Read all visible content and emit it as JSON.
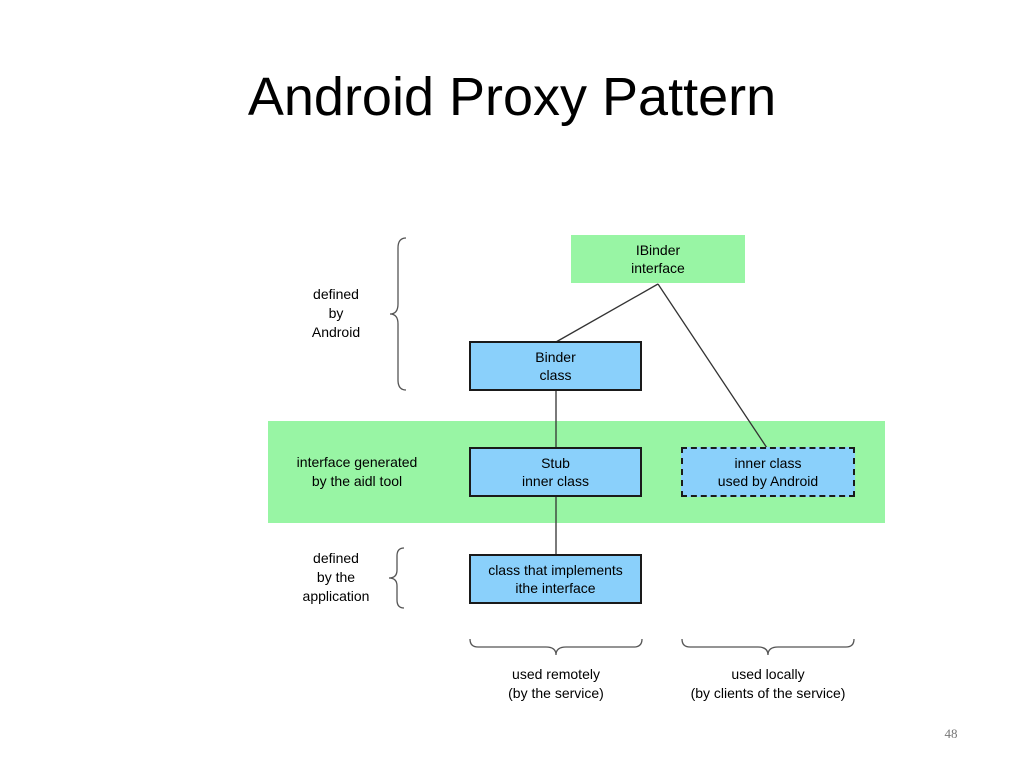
{
  "slide": {
    "title": "Android Proxy Pattern",
    "page_number": "48"
  },
  "diagram": {
    "nodes": {
      "ibinder": {
        "line1": "IBinder",
        "line2": "interface"
      },
      "binder": {
        "line1": "Binder",
        "line2": "class"
      },
      "stub": {
        "line1": "Stub",
        "line2": "inner class"
      },
      "inner": {
        "line1": "inner class",
        "line2": "used by Android"
      },
      "impl": {
        "line1": "class that implements",
        "line2": "ithe interface"
      }
    },
    "side_labels": {
      "android": {
        "line1": "defined",
        "line2": "by",
        "line3": "Android"
      },
      "aidl": {
        "line1": "interface generated",
        "line2": "by the aidl tool"
      },
      "application": {
        "line1": "defined",
        "line2": "by the",
        "line3": "application"
      }
    },
    "bottom_labels": {
      "remote": {
        "line1": "used remotely",
        "line2": "(by the service)"
      },
      "local": {
        "line1": "used locally",
        "line2": "(by clients of the service)"
      }
    },
    "colors": {
      "interface_green": "#98f5a4",
      "class_blue": "#8ad0fb",
      "line": "#333333"
    }
  }
}
